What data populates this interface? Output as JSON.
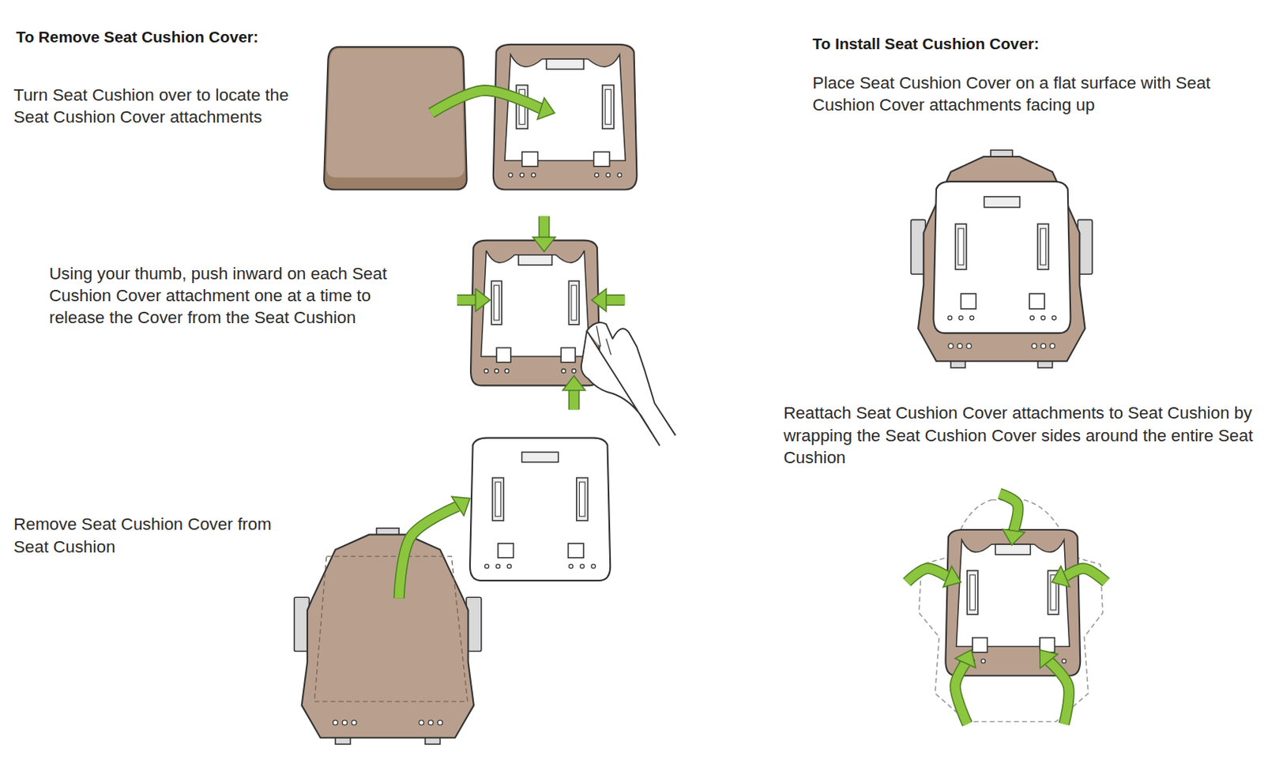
{
  "diagram": {
    "labels": [
      "To Remove Seat Cushion Cover:",
      "Turn Seat Cushion over to locate the Seat Cushion Cover attachments",
      "Using your thumb, push inward on each Seat Cushion Cover attachment one at a time to release the Cover from the Seat Cushion",
      "Remove Seat Cushion Cover from Seat Cushion",
      "To Install Seat Cushion Cover:",
      "Place Seat Cushion Cover on a flat surface with Seat Cushion Cover attachments facing up",
      "Reattach Seat Cushion Cover attachments to Seat Cushion by wrapping the Seat Cushion Cover sides around the entire Seat Cushion"
    ]
  }
}
